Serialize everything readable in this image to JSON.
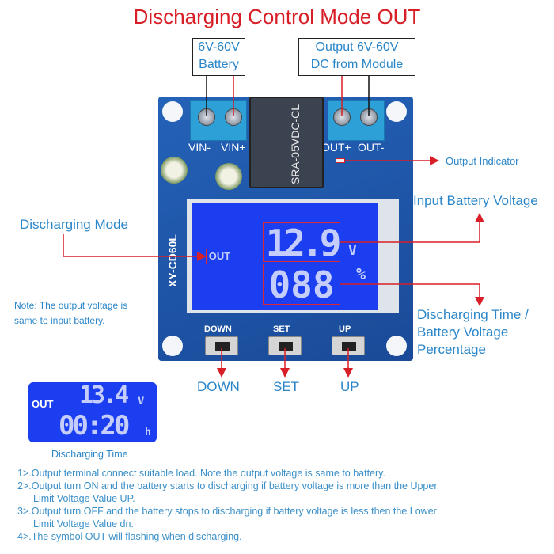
{
  "title": "Discharging Control Mode OUT",
  "labels": {
    "battery_box": [
      "6V-60V",
      "Battery"
    ],
    "output_box": [
      "Output 6V-60V",
      "DC from Module"
    ],
    "output_indicator": "Output Indicator",
    "input_battery_voltage": "Input Battery Voltage",
    "discharging_mode": "Discharging Mode",
    "note": [
      "Note: The output voltage is",
      "same to input battery."
    ],
    "discharging_time_pct": [
      "Discharging Time /",
      "Battery Voltage",
      "Percentage"
    ],
    "down": "DOWN",
    "set": "SET",
    "up": "UP"
  },
  "board": {
    "model": "XY-CD60L",
    "terminals": [
      "VIN-",
      "VIN+",
      "OUT+",
      "OUT-"
    ],
    "relay_text": "SRA-05VDC-CL",
    "buttons": [
      "DOWN",
      "SET",
      "UP"
    ],
    "lcd": {
      "mode": "OUT",
      "voltage": "12.9",
      "voltage_unit": "V",
      "percent": "088",
      "percent_unit": "%"
    }
  },
  "small_lcd": {
    "mode": "OUT",
    "voltage": "13.4",
    "voltage_unit": "V",
    "time": "00:20",
    "time_unit": "h",
    "caption": "Discharging Time"
  },
  "notes": [
    "1>.Output terminal connect suitable load. Note the output voltage is same to battery.",
    "2>.Output turn ON and the battery starts to discharging if battery voltage is more than the Upper",
    "Limit Voltage Value UP.",
    "3>.Output turn OFF and the battery stops to discharging if battery voltage is less then the Lower",
    "Limit Voltage Value dn.",
    "4>.The symbol OUT will flashing when discharging."
  ],
  "colors": {
    "title": "#d81e26",
    "label": "#2a86c8",
    "pcb": "#1f56a8",
    "lcd": "#1b3ef0"
  }
}
